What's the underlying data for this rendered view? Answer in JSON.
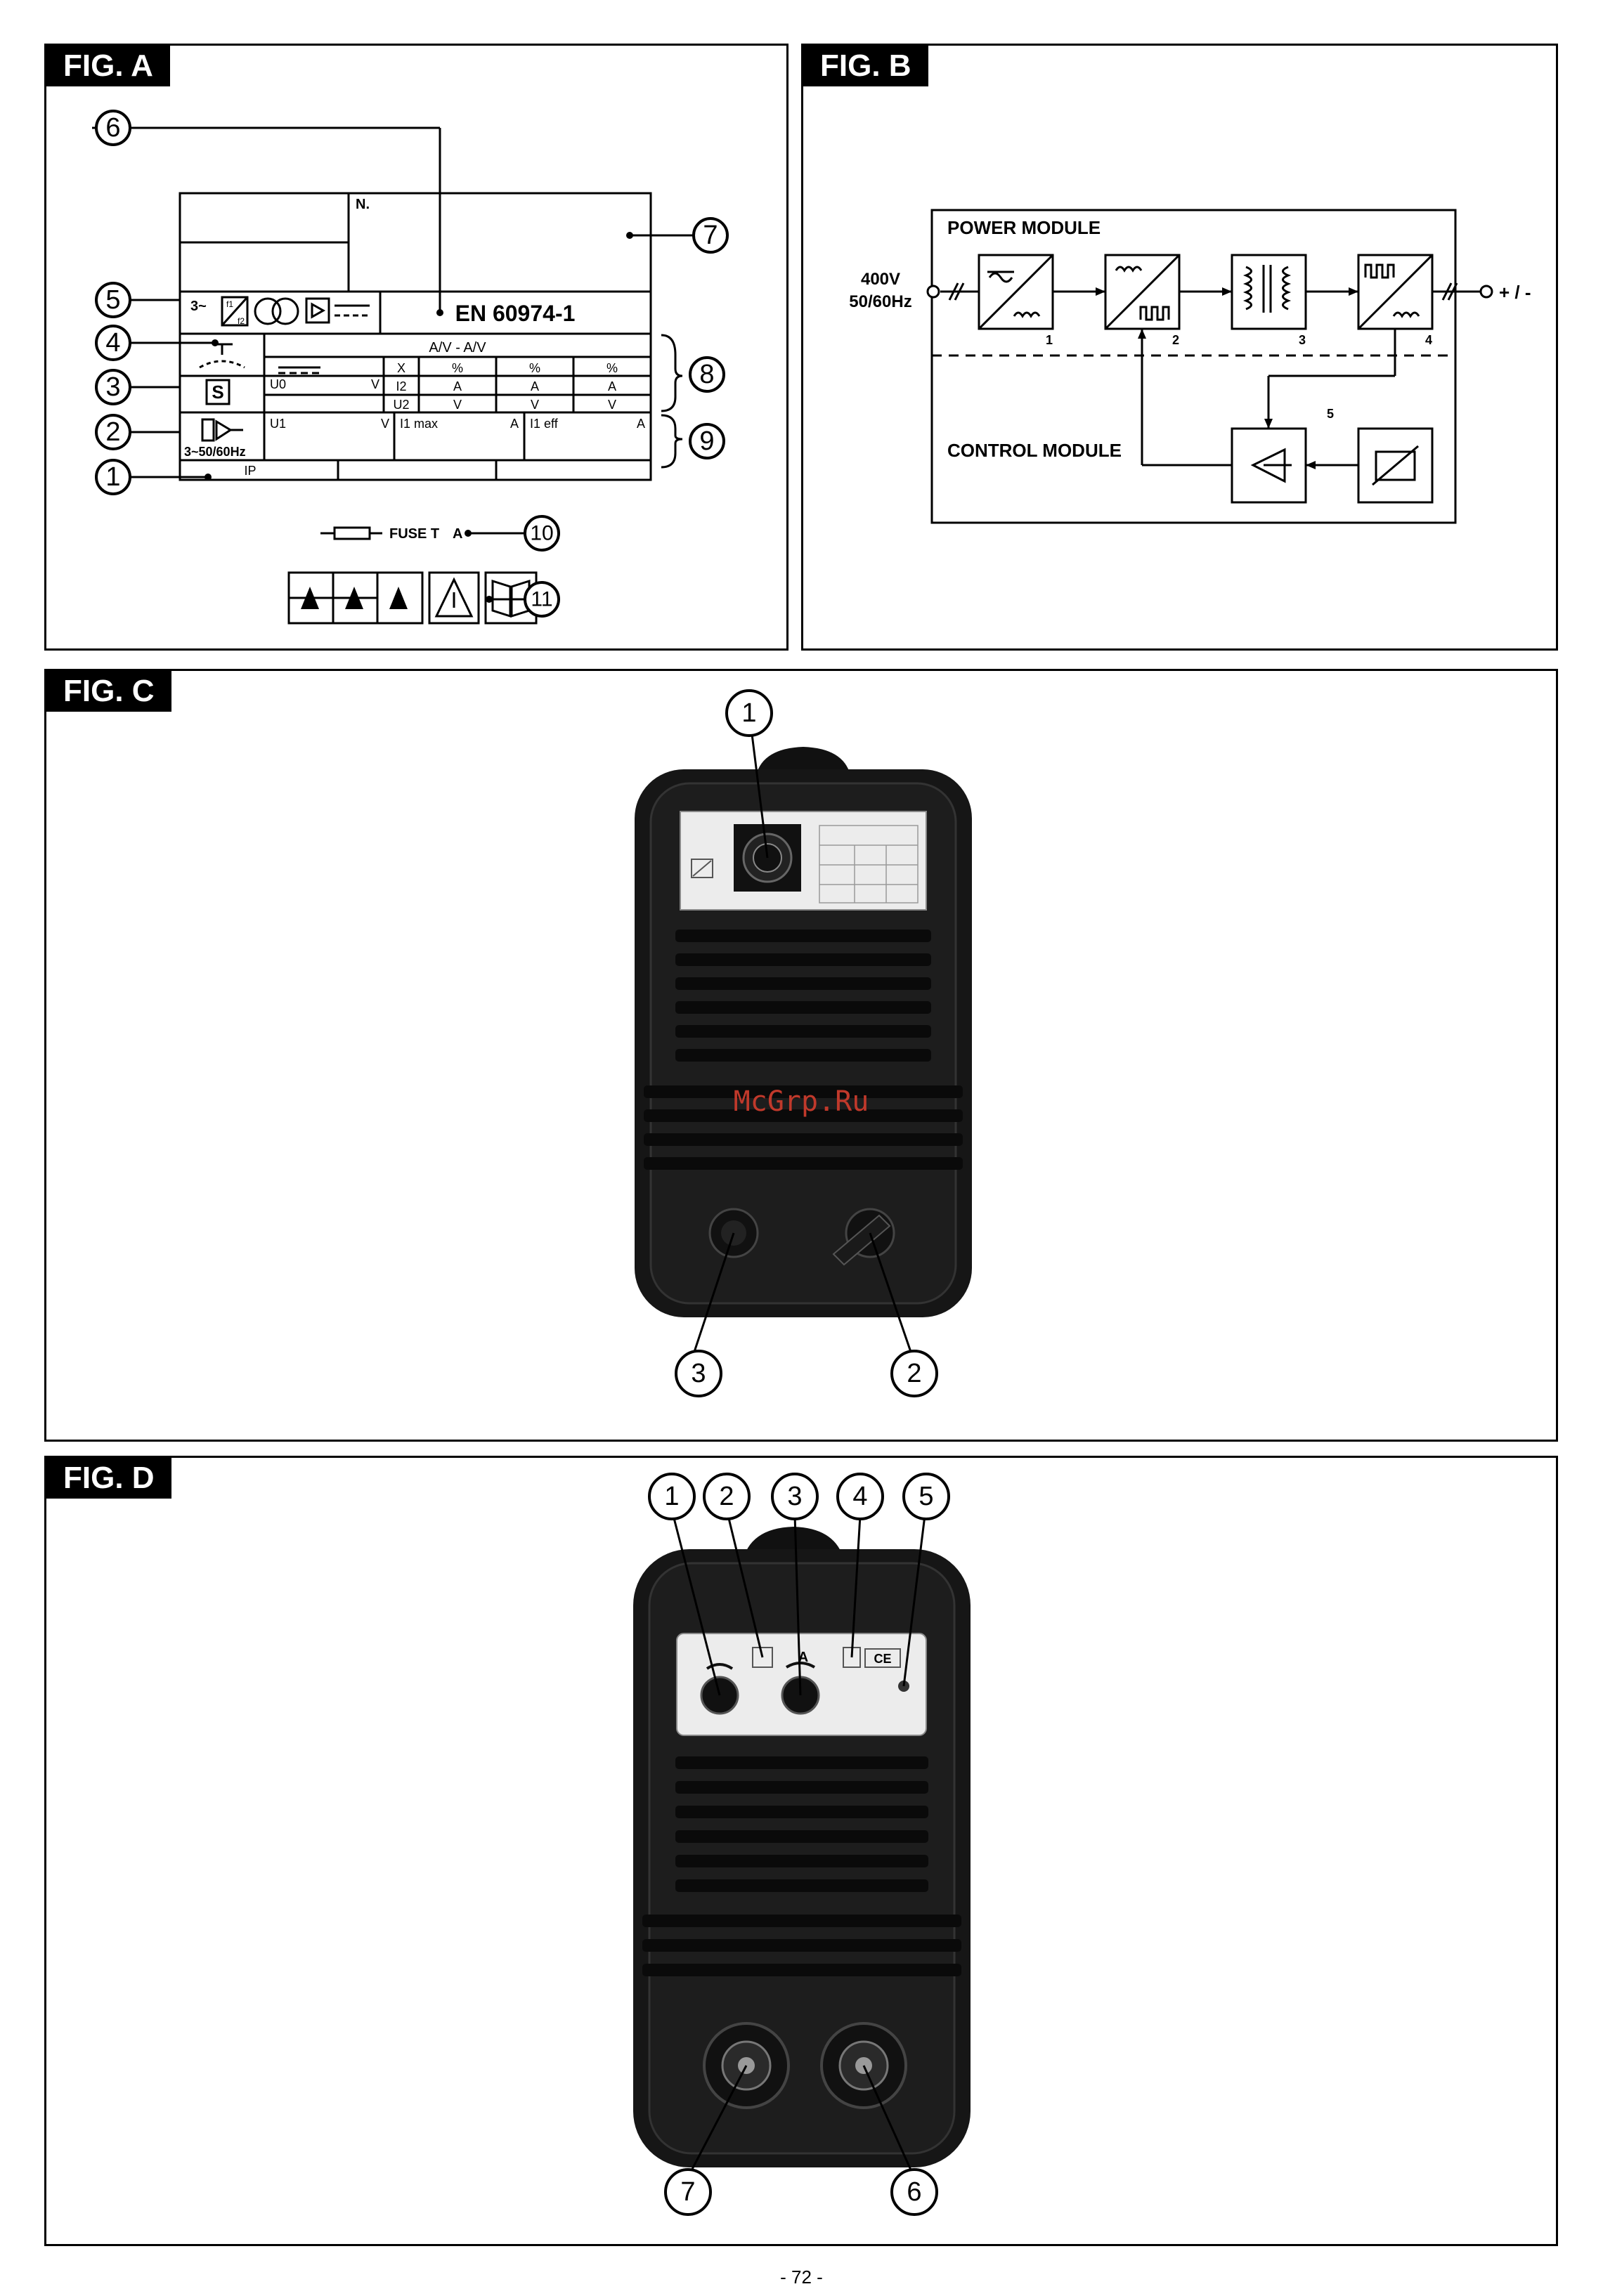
{
  "figures": {
    "a": {
      "label": "FIG. A",
      "plate": {
        "serial_no": "N.",
        "standard": "EN 60974-1",
        "phase_symbol": "3~",
        "inverter_sub": "f1",
        "inverter_sub2": "f2",
        "current_range": "A/V - A/V",
        "col_x": "X",
        "pct1": "%",
        "pct2": "%",
        "pct3": "%",
        "row_i2": "I2",
        "amp1": "A",
        "amp2": "A",
        "amp3": "A",
        "row_u2": "U2",
        "volt1": "V",
        "volt2": "V",
        "volt3": "V",
        "u0": "U0",
        "u0_unit": "V",
        "u1": "U1",
        "u1_unit": "V",
        "i1max": "I1 max",
        "i1max_unit": "A",
        "i1eff": "I1 eff",
        "i1eff_unit": "A",
        "supply": "3~50/60Hz",
        "protection": "IP",
        "s_mark": "S"
      },
      "fuse_label": "FUSE T",
      "fuse_unit": "A",
      "callouts": [
        "1",
        "2",
        "3",
        "4",
        "5",
        "6",
        "7",
        "8",
        "9",
        "10",
        "11"
      ]
    },
    "b": {
      "label": "FIG. B",
      "power_module": "POWER MODULE",
      "control_module": "CONTROL MODULE",
      "input_voltage": "400V",
      "input_freq": "50/60Hz",
      "output": "+ / -",
      "block_numbers": [
        "1",
        "2",
        "3",
        "4",
        "5"
      ]
    },
    "c": {
      "label": "FIG. C",
      "callouts": [
        "1",
        "2",
        "3"
      ]
    },
    "d": {
      "label": "FIG. D",
      "callouts": [
        "1",
        "2",
        "3",
        "4",
        "5",
        "6",
        "7"
      ],
      "current_unit": "A",
      "ce_mark": "CE"
    }
  },
  "watermark": "McGrp.Ru",
  "page_number": "- 72 -"
}
